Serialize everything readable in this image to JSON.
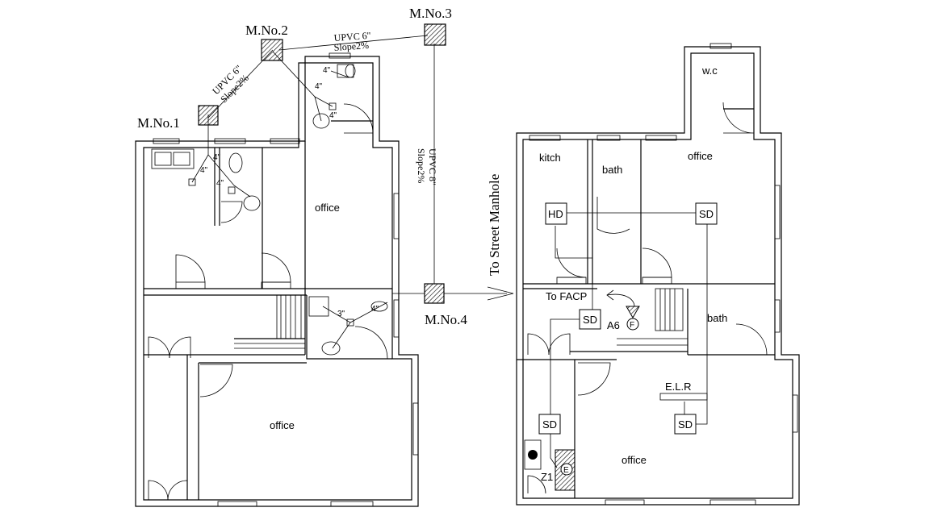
{
  "left_plan": {
    "manholes": [
      "M.No.1",
      "M.No.2",
      "M.No.3",
      "M.No.4"
    ],
    "pipe_labels": {
      "m2_m3_pipe": "UPVC 6\"",
      "m2_m3_slope": "Slope2%",
      "m1_m2_pipe": "UPVC 6\"",
      "m1_m2_slope": "Slope2%",
      "m3_m4_pipe": "UPVC 8\"",
      "m3_m4_slope": "Slope2%"
    },
    "pipe_sizes": [
      "4\"",
      "4\"",
      "4\"",
      "4\"",
      "4\"",
      "4\"",
      "3\"",
      "4\""
    ],
    "rooms": [
      "office",
      "office"
    ],
    "street_label": "To Street Manhole"
  },
  "right_plan": {
    "rooms": {
      "wc": "w.c",
      "kitch": "kitch",
      "bath_top": "bath",
      "office_top": "office",
      "bath_right": "bath",
      "office_bottom": "office"
    },
    "devices": {
      "hd": "HD",
      "sd1": "SD",
      "sd2": "SD",
      "sd3": "SD",
      "sd4": "SD",
      "a6": "A6",
      "z1": "Z1",
      "elr": "E.L.R"
    },
    "facp_label": "To FACP"
  }
}
